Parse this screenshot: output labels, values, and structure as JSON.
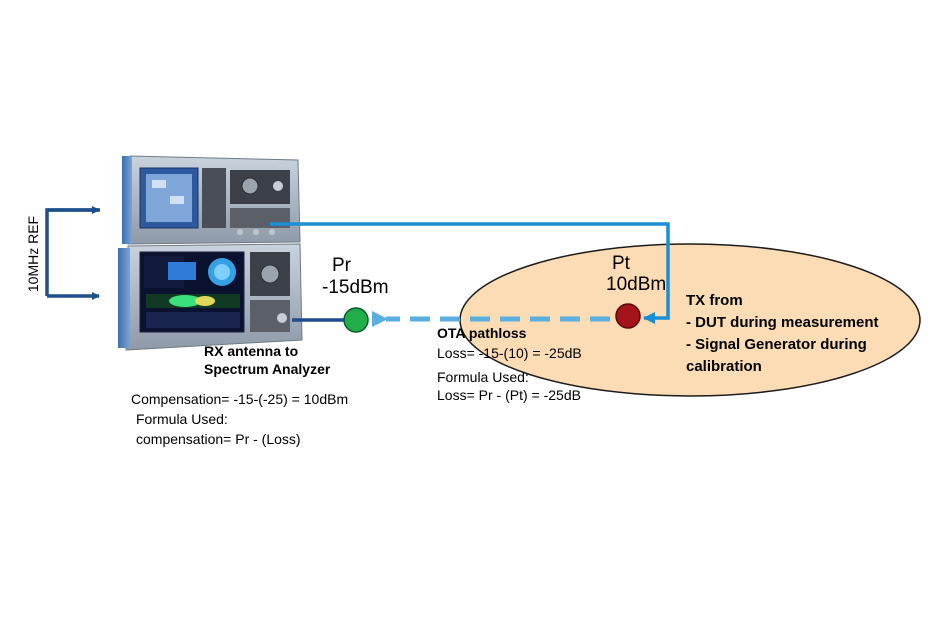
{
  "ref_label": "10MHz REF",
  "rx": {
    "pr_label": "Pr",
    "pr_value": "-15dBm",
    "antenna_line1": "RX antenna to",
    "antenna_line2": "Spectrum Analyzer"
  },
  "compensation": {
    "line1": "Compensation= -15-(-25) = 10dBm",
    "line2": "Formula Used:",
    "line3": "compensation= Pr - (Loss)"
  },
  "ota": {
    "title": "OTA pathloss",
    "line1": "Loss= -15-(10) = -25dB",
    "line2": "Formula Used:",
    "line3": "Loss= Pr - (Pt) = -25dB"
  },
  "tx": {
    "pt_label": "Pt",
    "pt_value": "10dBm",
    "line1": "TX from",
    "line2": "- DUT during measurement",
    "line3": "- Signal Generator during",
    "line4": "calibration"
  },
  "colors": {
    "ellipse_fill": "#fbdcb4",
    "rx_dot": "#1fae4a",
    "tx_dot": "#a5141b",
    "cable": "#1a8fd8",
    "ref_arrows": "#1f4e8c",
    "ota_arrow": "#5aaee0"
  }
}
